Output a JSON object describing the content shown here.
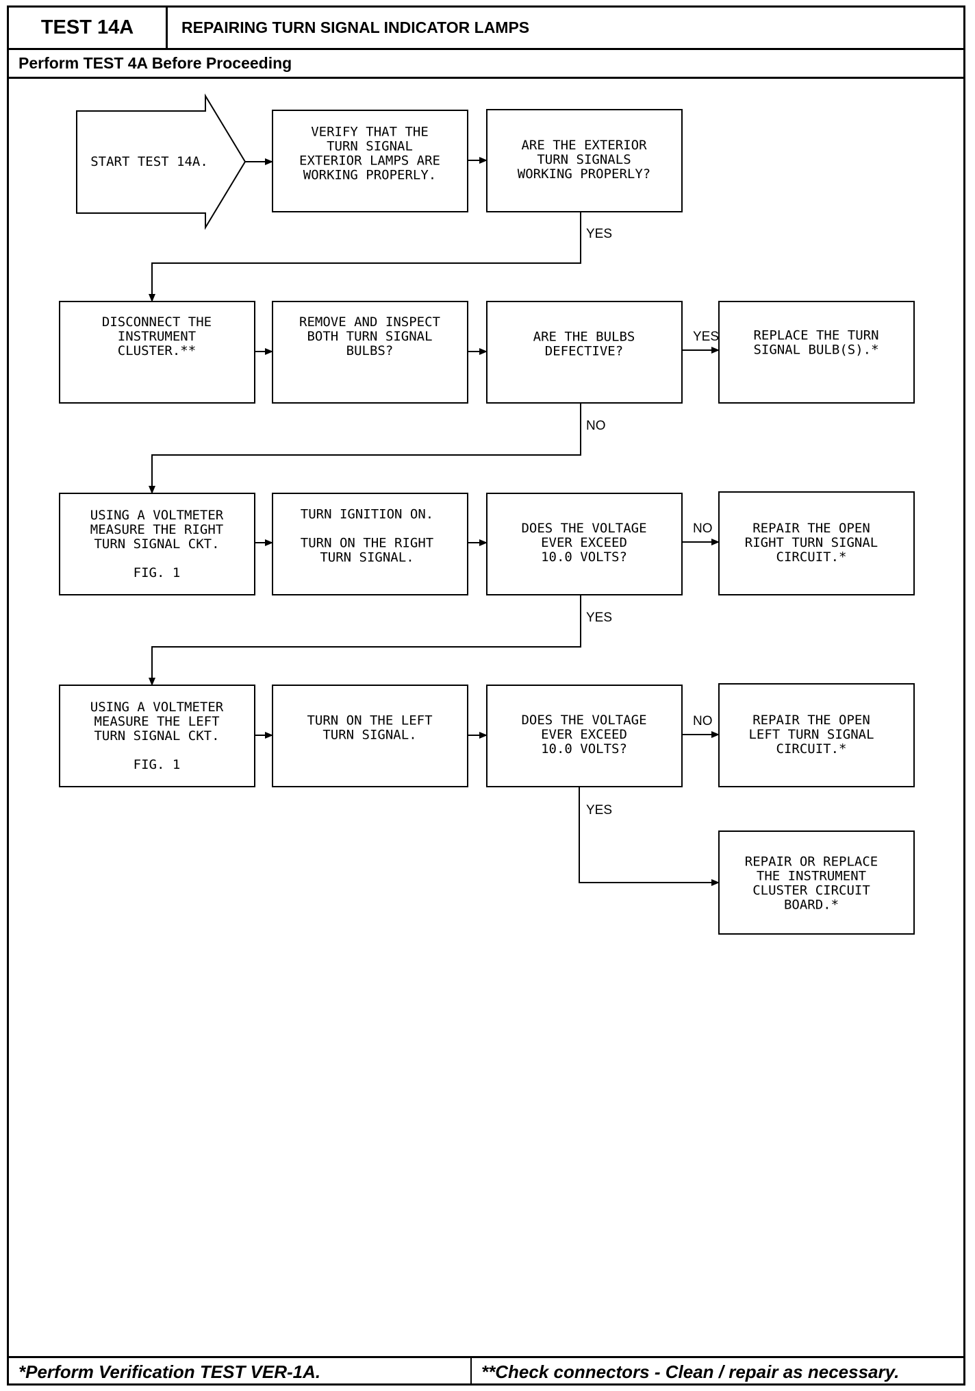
{
  "header": {
    "test_id": "TEST 14A",
    "title": "REPAIRING TURN SIGNAL INDICATOR LAMPS",
    "prerequisite": "Perform TEST 4A Before Proceeding"
  },
  "footer": {
    "left_note": "*Perform Verification TEST VER-1A.",
    "right_note": "**Check connectors - Clean / repair as necessary."
  },
  "flow": {
    "start": [
      "START TEST 14A."
    ],
    "verify_exterior": [
      "VERIFY THAT THE",
      "TURN SIGNAL",
      "EXTERIOR LAMPS ARE",
      "WORKING PROPERLY."
    ],
    "ask_exterior": [
      "ARE THE EXTERIOR",
      "TURN SIGNALS",
      "WORKING PROPERLY?"
    ],
    "disconnect_cluster": [
      "DISCONNECT THE",
      "INSTRUMENT",
      "CLUSTER.**"
    ],
    "remove_bulbs": [
      "REMOVE AND INSPECT",
      "BOTH TURN SIGNAL",
      "BULBS?"
    ],
    "ask_bulbs": [
      "ARE THE BULBS",
      "DEFECTIVE?"
    ],
    "replace_bulbs": [
      "REPLACE THE TURN",
      "SIGNAL BULB(S).*"
    ],
    "measure_right": [
      "USING A VOLTMETER",
      "MEASURE THE RIGHT",
      "TURN SIGNAL CKT.",
      "",
      "FIG. 1"
    ],
    "ignition_right": [
      "TURN IGNITION ON.",
      "",
      "TURN ON THE RIGHT",
      "TURN SIGNAL."
    ],
    "ask_voltage_right": [
      "DOES THE VOLTAGE",
      "EVER EXCEED",
      "10.0 VOLTS?"
    ],
    "repair_right": [
      "REPAIR THE OPEN",
      "RIGHT TURN SIGNAL",
      "CIRCUIT.*"
    ],
    "measure_left": [
      "USING A VOLTMETER",
      "MEASURE THE LEFT",
      "TURN SIGNAL CKT.",
      "",
      "FIG. 1"
    ],
    "turn_on_left": [
      "TURN ON THE LEFT",
      "TURN SIGNAL."
    ],
    "ask_voltage_left": [
      "DOES THE VOLTAGE",
      "EVER EXCEED",
      "10.0 VOLTS?"
    ],
    "repair_left": [
      "REPAIR THE OPEN",
      "LEFT TURN SIGNAL",
      "CIRCUIT.*"
    ],
    "replace_board": [
      "REPAIR OR REPLACE",
      "THE INSTRUMENT",
      "CLUSTER CIRCUIT",
      "BOARD.*"
    ]
  },
  "edge_labels": {
    "yes": "YES",
    "no": "NO"
  }
}
